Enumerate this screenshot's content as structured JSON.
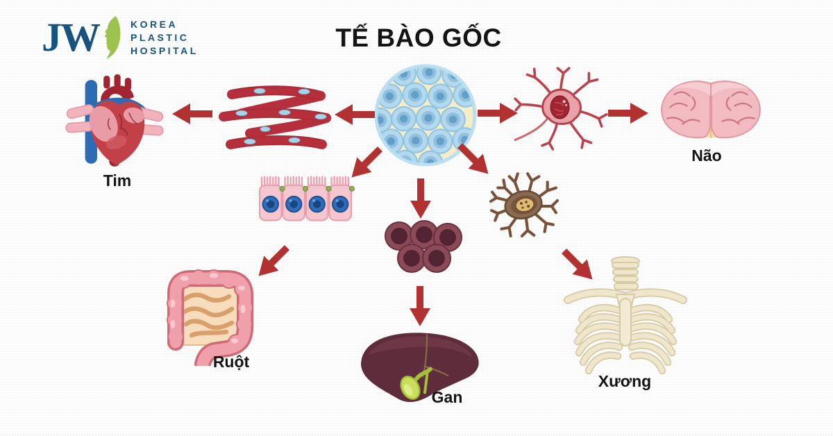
{
  "title": "TẾ BÀO GỐC",
  "logo": {
    "monogram": "JW",
    "line1": "KOREA",
    "line2": "PLASTIC",
    "line3": "HOSPITAL"
  },
  "organs": {
    "heart": {
      "label": "Tim"
    },
    "brain": {
      "label": "Não"
    },
    "intestine": {
      "label": "Ruột"
    },
    "liver": {
      "label": "Gan"
    },
    "bone": {
      "label": "Xương"
    }
  },
  "cells": {
    "center": "stem-cell-cluster",
    "muscle": "cardiac-muscle-cells",
    "neuron": "neuron-cell",
    "epithelial": "intestinal-epithelial-cells",
    "hepatocytes": "liver-cells",
    "osteocyte": "bone-cell"
  },
  "colors": {
    "arrow_red": "#b23232",
    "logo_blue": "#16537e",
    "logo_green": "#9cc34e",
    "text_dark": "#141414"
  }
}
